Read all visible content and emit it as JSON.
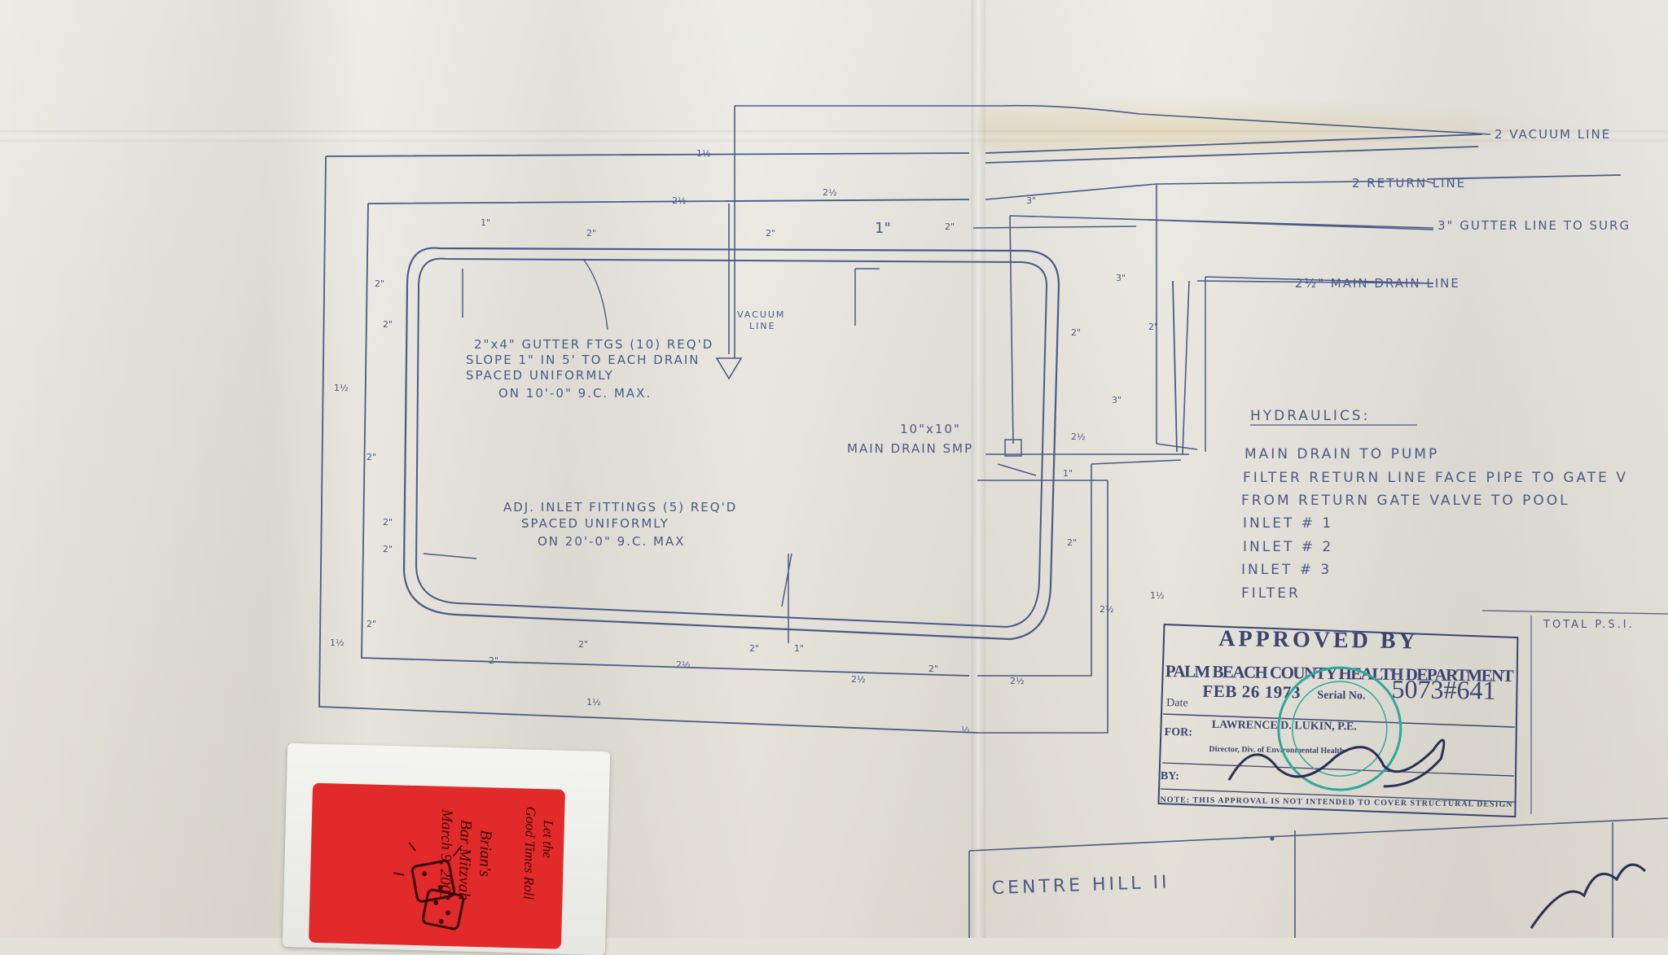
{
  "pipe_labels": {
    "vacuum": "2 VACUUM LINE",
    "return": "2 RETURN LINE",
    "gutter": "3\" GUTTER LINE TO SURG",
    "main_drain": "2½\" MAIN DRAIN LINE"
  },
  "notes": {
    "gutter_fittings": [
      "2\"x4\" GUTTER FTGS (10) REQ'D",
      "SLOPE 1\" IN 5' TO EACH DRAIN",
      "SPACED UNIFORMLY",
      "ON 10'-0\" 9.C. MAX."
    ],
    "inlet_fittings": [
      "ADJ. INLET FITTINGS (5) REQ'D",
      "SPACED UNIFORMLY",
      "ON 20'-0\" 9.C. MAX"
    ],
    "vacuum_line": [
      "VACUUM",
      "LINE"
    ],
    "sump": [
      "10\"x10\"",
      "MAIN DRAIN SMP"
    ]
  },
  "hydraulics": {
    "title": "HYDRAULICS:",
    "items": [
      "MAIN DRAIN TO PUMP",
      "FILTER RETURN LINE FACE PIPE TO GATE V",
      "FROM RETURN GATE VALVE TO POOL",
      "INLET # 1",
      "INLET # 2",
      "INLET # 3",
      "FILTER"
    ],
    "total": "TOTAL P.S.I."
  },
  "stamp": {
    "heading": "APPROVED BY",
    "dept": "PALM BEACH COUNTY HEALTH DEPARTMENT",
    "date_label": "Date",
    "date": "FEB 26 1973",
    "serial_label": "Serial No.",
    "serial": "5073#641",
    "for_label": "FOR:",
    "for_name": "LAWRENCE D. LUKIN, P.E.",
    "director": "Director, Div. of Environmental Health",
    "by_label": "BY:",
    "note": "NOTE: THIS APPROVAL IS NOT INTENDED TO COVER STRUCTURAL DESIGN"
  },
  "title_block": {
    "project": "CENTRE HILL II"
  },
  "matchbox": {
    "lines": [
      "Let the",
      "Good Times Roll",
      "Brian's",
      "Bar Mitzvah",
      "March 9, 2003"
    ]
  },
  "colors": {
    "ink": "#4c5a86",
    "paper": "#e6e4dc",
    "matchbox_label": "#e22a2a",
    "stamp_seal": "#2fa89a"
  }
}
